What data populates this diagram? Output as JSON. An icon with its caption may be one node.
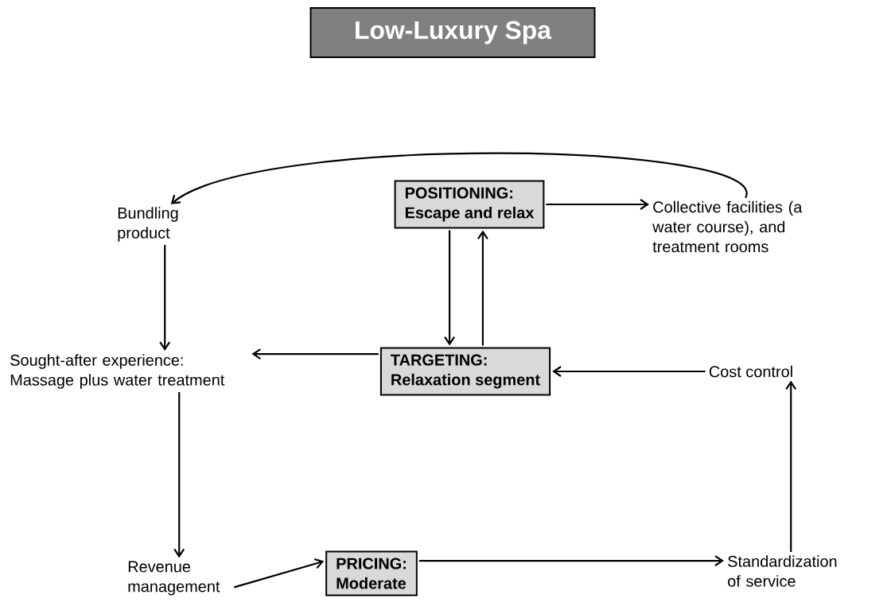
{
  "diagram": {
    "title": "Low-Luxury Spa",
    "nodes": [
      {
        "text": [
          "Bundling product"
        ]
      },
      {
        "text": [
          "POSITIONING:",
          "Escape and relax"
        ]
      },
      {
        "text": [
          "Collective facilities (a water course), and treatment rooms"
        ]
      },
      {
        "text": [
          "Sought-after experience: Massage plus water treatment"
        ]
      },
      {
        "text": [
          "TARGETING:",
          "Relaxation segment"
        ]
      },
      {
        "text": [
          "Cost control"
        ]
      },
      {
        "text": [
          "Revenue management"
        ]
      },
      {
        "text": [
          "PRICING:",
          "Moderate"
        ]
      },
      {
        "text": [
          "Standardization of service"
        ]
      }
    ],
    "edges": [
      {
        "from": 2,
        "to": 0,
        "arrow": "to"
      },
      {
        "from": 1,
        "to": 2,
        "arrow": "to"
      },
      {
        "from": 0,
        "to": 3,
        "arrow": "to"
      },
      {
        "from": 1,
        "to": 4,
        "arrow": "to"
      },
      {
        "from": 4,
        "to": 1,
        "arrow": "to"
      },
      {
        "from": 4,
        "to": 3,
        "arrow": "to"
      },
      {
        "from": 5,
        "to": 4,
        "arrow": "to"
      },
      {
        "from": 3,
        "to": 6,
        "arrow": "to"
      },
      {
        "from": 6,
        "to": 7,
        "arrow": "to"
      },
      {
        "from": 7,
        "to": 8,
        "arrow": "to"
      },
      {
        "from": 8,
        "to": 5,
        "arrow": "to"
      }
    ]
  }
}
